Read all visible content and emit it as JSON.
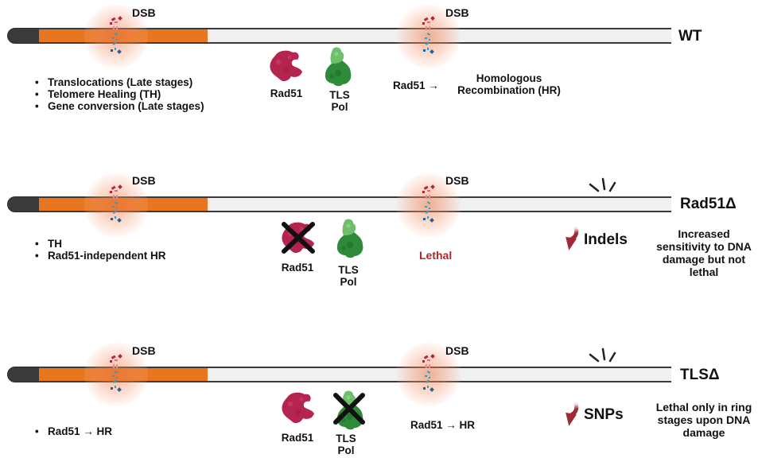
{
  "colors": {
    "telomere_cap": "#3a3a3a",
    "orange_arm": "#e8761f",
    "chromosome_body": "#f0f0f0",
    "rad51": "#b5244f",
    "tls_pol": "#2e8b3a",
    "lethal_text": "#b3262b",
    "mutation_arrow": "#9e2a35"
  },
  "panels": [
    {
      "strain": "WT",
      "dsb_label_left": "DSB",
      "dsb_label_right": "DSB",
      "left_outcomes": [
        "Translocations (Late stages)",
        "Telomere Healing (TH)",
        "Gene conversion (Late stages)"
      ],
      "rad51_label": "Rad51",
      "rad51_deleted": false,
      "tls_label_line1": "TLS",
      "tls_label_line2": "Pol",
      "tls_deleted": false,
      "right_outcome_prefix": "Rad51 →",
      "right_outcome_line1": "Homologous",
      "right_outcome_line2": "Recombination (HR)"
    },
    {
      "strain": "Rad51Δ",
      "dsb_label_left": "DSB",
      "dsb_label_right": "DSB",
      "left_outcomes": [
        "TH",
        "Rad51-independent HR"
      ],
      "rad51_label": "Rad51",
      "rad51_deleted": true,
      "tls_label_line1": "TLS",
      "tls_label_line2": "Pol",
      "tls_deleted": false,
      "right_outcome": "Lethal",
      "mutation_type": "Indels",
      "phenotype_lines": [
        "Increased",
        "sensitivity to DNA",
        "damage but not",
        "lethal"
      ]
    },
    {
      "strain": "TLSΔ",
      "dsb_label_left": "DSB",
      "dsb_label_right": "DSB",
      "left_outcomes": [
        "Rad51 → HR"
      ],
      "rad51_label": "Rad51",
      "rad51_deleted": false,
      "tls_label_line1": "TLS",
      "tls_label_line2": "Pol",
      "tls_deleted": true,
      "right_outcome": "Rad51 → HR",
      "mutation_type": "SNPs",
      "phenotype_lines": [
        "Lethal only in ring",
        "stages upon DNA",
        "damage"
      ]
    }
  ]
}
